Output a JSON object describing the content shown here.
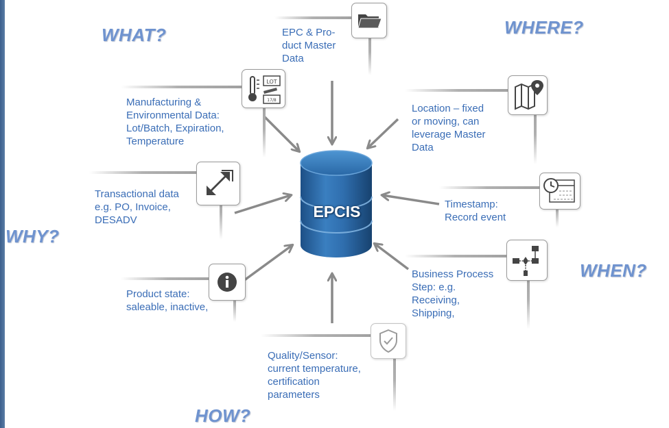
{
  "questions": {
    "what": "WHAT?",
    "where": "WHERE?",
    "why": "WHY?",
    "when": "WHEN?",
    "how": "HOW?"
  },
  "center": {
    "label": "EPCIS"
  },
  "cards": {
    "epc_master": {
      "lines": [
        "EPC & Pro-",
        "duct Master",
        "Data"
      ],
      "icon": "folder-icon"
    },
    "manufacturing": {
      "lines": [
        "Manufacturing &",
        "Environmental Data:",
        "Lot/Batch, Expiration,",
        "Temperature"
      ],
      "icon": "thermometer-lot-icon"
    },
    "location": {
      "lines": [
        "Location – fixed",
        "or moving, can",
        "leverage Master",
        "Data"
      ],
      "icon": "map-pin-icon"
    },
    "transactional": {
      "lines": [
        "Transactional data",
        "e.g. PO, Invoice,",
        "DESADV"
      ],
      "icon": "exchange-arrows-icon"
    },
    "timestamp": {
      "lines": [
        "Timestamp:",
        "Record event"
      ],
      "icon": "calendar-clock-icon"
    },
    "product_state": {
      "lines": [
        "Product state:",
        "saleable, inactive,"
      ],
      "icon": "info-icon"
    },
    "business_process": {
      "lines": [
        "Business Process",
        "Step: e.g.",
        "Receiving,",
        "Shipping,"
      ],
      "icon": "flowchart-icon"
    },
    "quality": {
      "lines": [
        "Quality/Sensor:",
        "current temperature,",
        "certification",
        "parameters"
      ],
      "icon": "shield-check-icon"
    }
  },
  "colors": {
    "question": "#6f93cf",
    "card_text": "#3a6db6",
    "arrow": "#8a8a8a",
    "cylinder": "#2e6aa6"
  }
}
